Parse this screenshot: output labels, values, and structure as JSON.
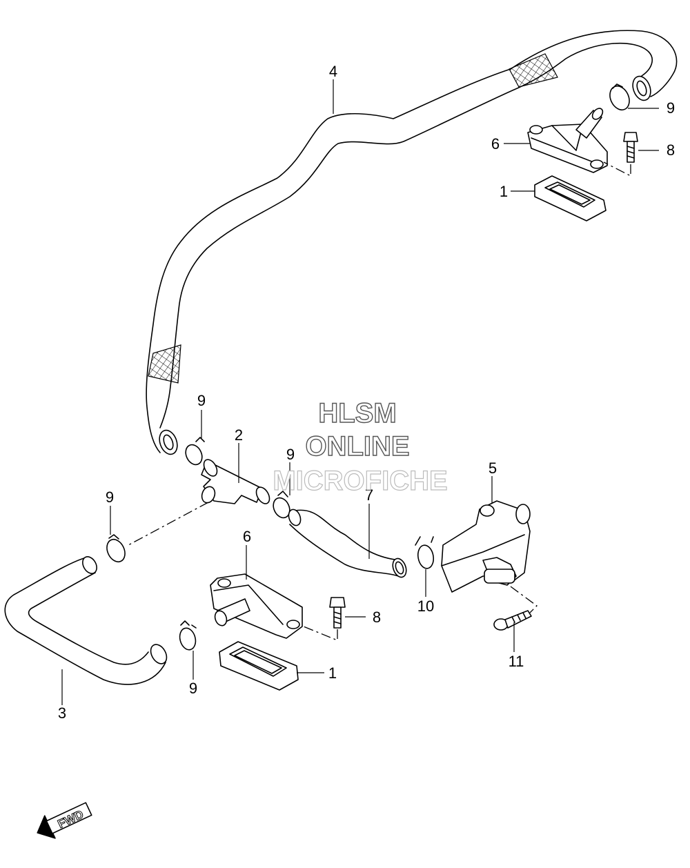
{
  "watermark": {
    "line1": "HLSM",
    "line2": "ONLINE",
    "line3": "MICROFICHE"
  },
  "fwd_label": "FWD",
  "callouts": {
    "c4": "4",
    "c9_top_right": "9",
    "c6_top": "6",
    "c8_top": "8",
    "c1_top": "1",
    "c9_left_upper": "9",
    "c2": "2",
    "c9_mid": "9",
    "c9_left": "9",
    "c7": "7",
    "c5": "5",
    "c6_bottom": "6",
    "c8_bottom": "8",
    "c10": "10",
    "c1_bottom": "1",
    "c11": "11",
    "c3": "3",
    "c9_bottom": "9"
  }
}
